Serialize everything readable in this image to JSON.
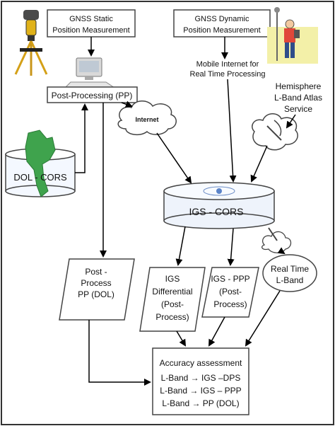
{
  "frame": {
    "border_color": "#333333",
    "background": "#ffffff"
  },
  "gnss_static": {
    "line1": "GNSS Static",
    "line2": "Position Measurement"
  },
  "gnss_dynamic": {
    "line1": "GNSS Dynamic",
    "line2": "Position Measurement"
  },
  "mobile_internet": {
    "line1": "Mobile Internet for",
    "line2": "Real Time Processing"
  },
  "hemisphere": {
    "line1": "Hemisphere",
    "line2": "L-Band Atlas",
    "line3": "Service"
  },
  "post_processing": {
    "label": "Post-Processing (PP)"
  },
  "internet_cloud": {
    "label": "Internet"
  },
  "dol_cors": {
    "label": "DOL - CORS",
    "map_color": "#3fa34d"
  },
  "igs_cors": {
    "label": "IGS - CORS"
  },
  "post_process_dol": {
    "line1": "Post -",
    "line2": "Process",
    "line3": "PP (DOL)"
  },
  "igs_differential": {
    "line1": "IGS",
    "line2": "Differential",
    "line3": "(Post-",
    "line4": "Process)"
  },
  "igs_ppp": {
    "line1": "IGS - PPP",
    "line2": "(Post-",
    "line3": "Process)"
  },
  "real_time_lband": {
    "line1": "Real Time",
    "line2": "L-Band"
  },
  "accuracy": {
    "title": "Accuracy assessment",
    "row1": "L-Band → IGS –DPS",
    "row2": "L-Band → IGS – PPP",
    "row3": "L-Band → PP (DOL)"
  },
  "icons": {
    "static_receiver": "gnss-tripod-receiver-icon",
    "surveyor": "surveyor-rover-icon",
    "computer": "desktop-computer-icon",
    "dol_map": "thailand-map-icon",
    "satellite_dish": "satellite-dish-icon",
    "lband_cloud": "lband-signal-cloud-icon"
  }
}
